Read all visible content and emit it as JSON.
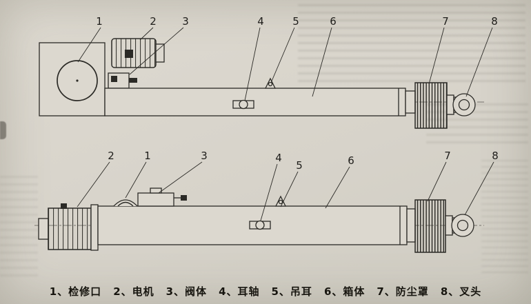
{
  "caption": {
    "items": [
      "1、检修口",
      "2、电机",
      "3、阀体",
      "4、耳轴",
      "5、吊耳",
      "6、箱体",
      "7、防尘罩",
      "8、叉头"
    ]
  },
  "figure": {
    "top_view": {
      "callouts": [
        "1",
        "2",
        "3",
        "4",
        "5",
        "6",
        "7",
        "8"
      ]
    },
    "bottom_view": {
      "callouts": [
        "2",
        "1",
        "3",
        "4",
        "5",
        "6",
        "7",
        "8"
      ]
    }
  },
  "colors": {
    "paper": "#d8d4cb",
    "ink": "#2b2a26"
  }
}
